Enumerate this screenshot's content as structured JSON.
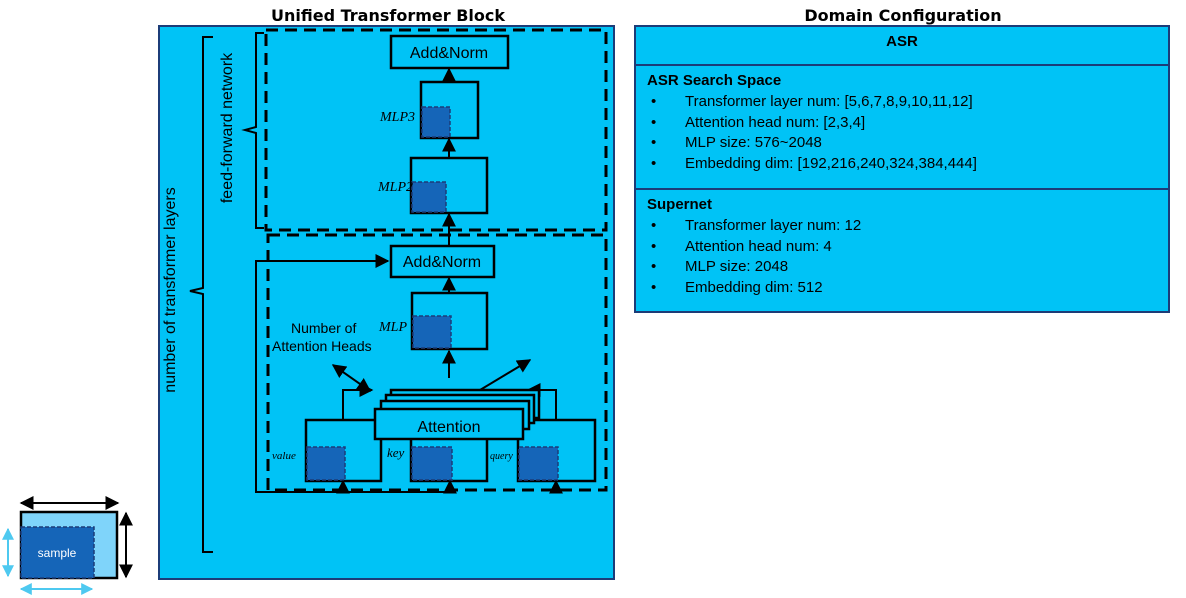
{
  "diagram": {
    "title_left": "Unified Transformer Block",
    "title_right": "Domain Configuration",
    "axis_label": "number of  transformer layers",
    "ffn_label": "feed-forward network",
    "add_norm_top": "Add&Norm",
    "add_norm_bottom": "Add&Norm",
    "mlp3_label": "MLP3",
    "mlp2_label": "MLP2",
    "mlp_label": "MLP",
    "heads_label_line1": "Number of",
    "heads_label_line2": "Attention Heads",
    "attention_label": "Attention",
    "value_label": "value",
    "key_label": "key",
    "query_label": "query",
    "sample_label": "sample",
    "colors": {
      "panel_bg": "#00c3f6",
      "panel_border": "#1c3c78",
      "block_fill": "#1565b8",
      "legend_light": "#7fd4fa",
      "legend_arrow": "#4ec9f0"
    }
  },
  "config": {
    "header": "ASR",
    "search_space": {
      "title": "ASR Search Space",
      "items": [
        "Transformer layer num: [5,6,7,8,9,10,11,12]",
        "Attention head num: [2,3,4]",
        "MLP size: 576~2048",
        "Embedding dim: [192,216,240,324,384,444]"
      ]
    },
    "supernet": {
      "title": "Supernet",
      "items": [
        "Transformer layer num: 12",
        "Attention head num: 4",
        "MLP size: 2048",
        "Embedding dim: 512"
      ]
    }
  }
}
